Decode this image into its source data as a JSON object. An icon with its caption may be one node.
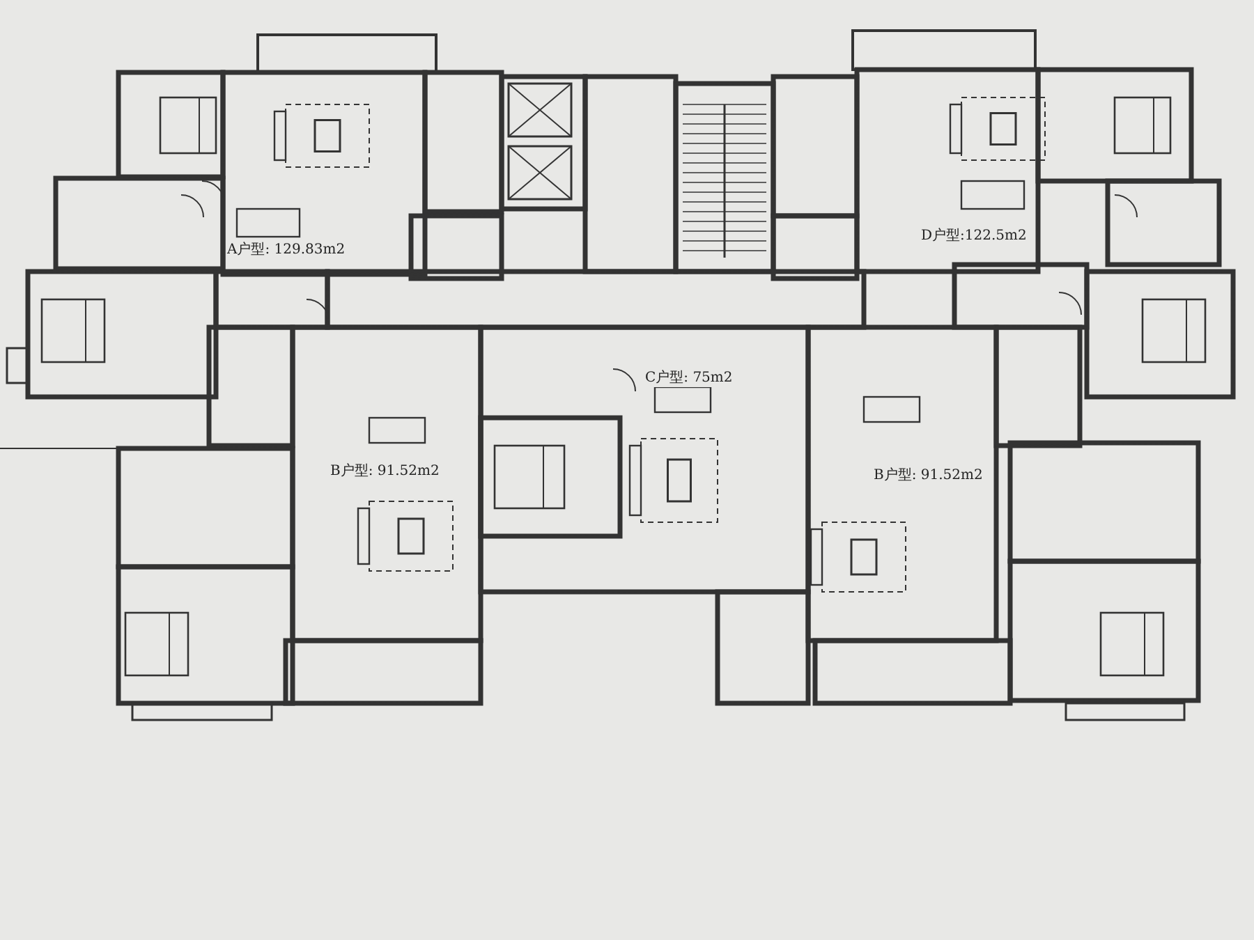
{
  "diagram": {
    "labels": [
      "A户型: 129.83m2",
      "D户型:122.5m2",
      "C户型: 75m2",
      "B户型: 91.52m2",
      "B户型: 91.52m2"
    ]
  }
}
